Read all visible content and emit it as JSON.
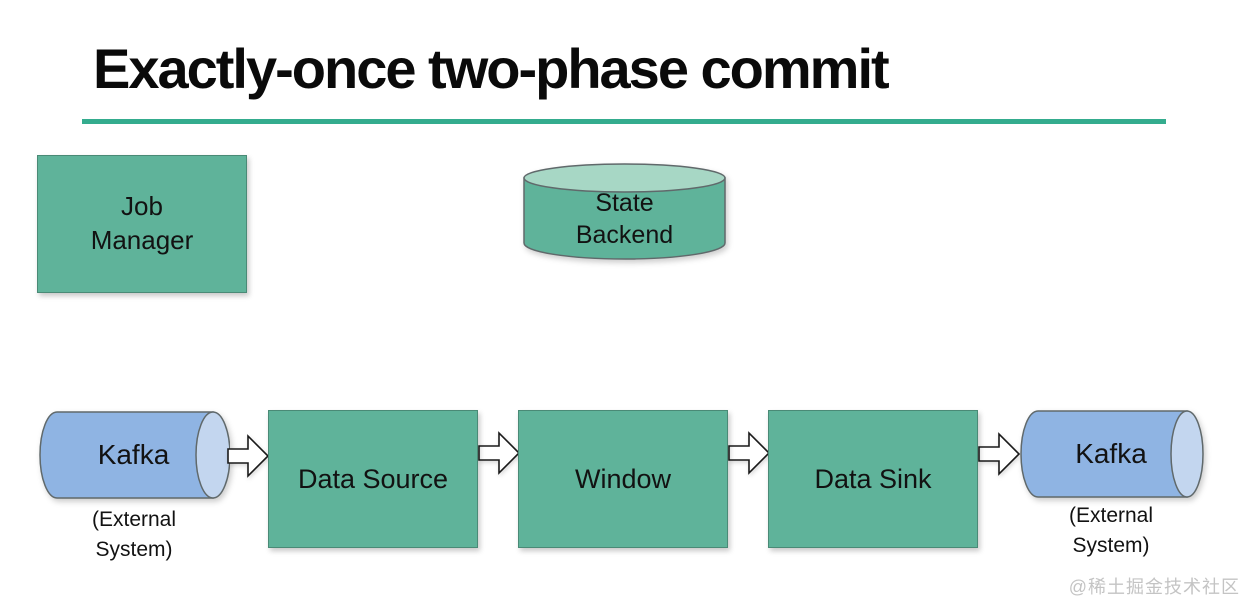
{
  "slide": {
    "title": "Exactly-once two-phase commit",
    "watermark": "@稀土掘金技术社区"
  },
  "colors": {
    "accent": "#34AC8E",
    "green": "#5FB39A",
    "green_light": "#A7D7C5",
    "green_border": "#4A8A76",
    "blue": "#8FB4E3",
    "blue_light": "#C3D6EF",
    "outline_gray": "#60696B",
    "arrow_fill": "#FFFFFF",
    "arrow_stroke": "#1A1A1A",
    "text": "#121212",
    "watermark_gray": "#C4C4C4"
  },
  "nodes": {
    "job_manager": {
      "label": "Job Manager"
    },
    "state_backend": {
      "label": "State Backend"
    },
    "kafka_source": {
      "label": "Kafka",
      "note": "(External System)"
    },
    "kafka_sink": {
      "label": "Kafka",
      "note": "(External System)"
    }
  },
  "pipeline": {
    "stages": [
      {
        "label": "Data Source"
      },
      {
        "label": "Window"
      },
      {
        "label": "Data Sink"
      }
    ]
  }
}
